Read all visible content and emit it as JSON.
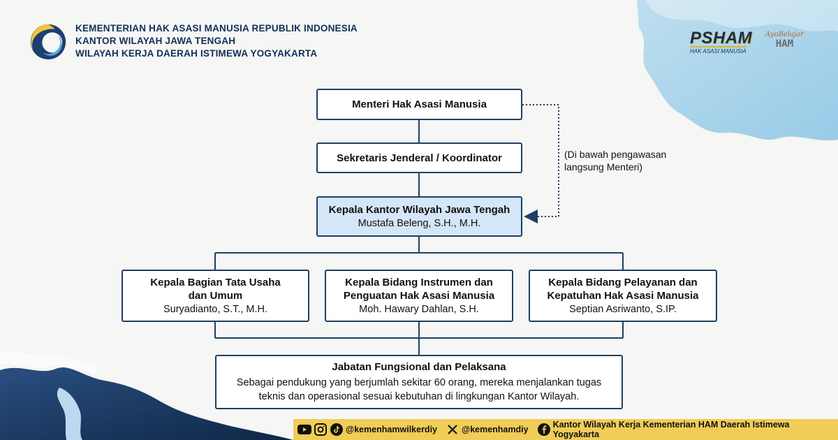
{
  "header": {
    "line1": "KEMENTERIAN HAK ASASI MANUSIA REPUBLIK INDONESIA",
    "line2": "KANTOR WILAYAH JAWA TENGAH",
    "line3": "WILAYAH KERJA DAERAH ISTIMEWA YOGYAKARTA"
  },
  "brands": {
    "psham_main": "PSHAM",
    "psham_sub": "HAK ASASI MANUSIA",
    "ayo_script": "AyoBelajar",
    "ayo_ham": "HAM"
  },
  "org": {
    "minister": {
      "title": "Menteri Hak Asasi Manusia"
    },
    "secretary": {
      "title": "Sekretaris Jenderal / Koordinator"
    },
    "head": {
      "title": "Kepala Kantor Wilayah Jawa Tengah",
      "name": "Mustafa Beleng, S.H., M.H."
    },
    "supervision_note_line1": "(Di bawah pengawasan",
    "supervision_note_line2": "langsung Menteri)",
    "divisions": [
      {
        "title_line1": "Kepala Bagian Tata Usaha",
        "title_line2": "dan Umum",
        "name": "Suryadianto, S.T., M.H."
      },
      {
        "title_line1": "Kepala Bidang Instrumen dan",
        "title_line2": "Penguatan Hak Asasi Manusia",
        "name": "Moh. Hawary Dahlan, S.H."
      },
      {
        "title_line1": "Kepala Bidang Pelayanan dan",
        "title_line2": "Kepatuhan Hak Asasi Manusia",
        "name": "Septian Asriwanto, S.IP."
      }
    ],
    "functional": {
      "title": "Jabatan Fungsional dan Pelaksana",
      "desc_line1": "Sebagai pendukung yang berjumlah sekitar 60 orang, mereka menjalankan tugas",
      "desc_line2": "teknis dan operasional sesuai kebutuhan di lingkungan Kantor Wilayah."
    }
  },
  "footer": {
    "instagram_handle": "@kemenhamwilkerdiy",
    "x_handle": "@kemenhamdiy",
    "facebook_page": "Kantor Wilayah Kerja Kementerian HAM Daerah Istimewa Yogyakarta"
  },
  "colors": {
    "box_border": "#1f3f63",
    "highlight_fill": "#d4e6f7",
    "footer_bg": "#f0cd57",
    "header_text": "#10305a"
  }
}
